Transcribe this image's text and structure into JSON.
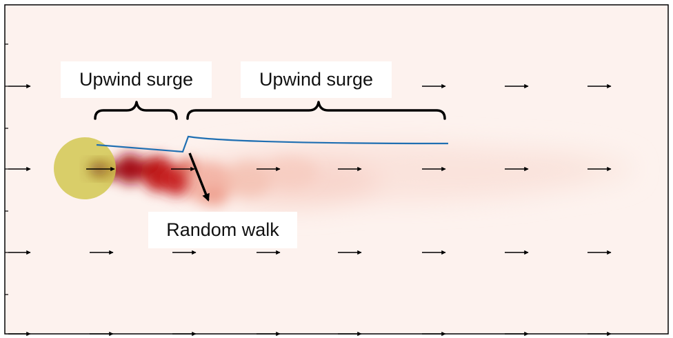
{
  "labels": {
    "upwind_surge_1": "Upwind surge",
    "upwind_surge_2": "Upwind surge",
    "random_walk": "Random walk"
  },
  "colors": {
    "background": "#fdf2ee",
    "plume": "#c81e1e",
    "source": "#d6cf55",
    "trajectory": "#1f6fb2",
    "arrow": "#000000"
  },
  "icons": {
    "wind_arrow": "right-arrow-icon",
    "odor_source": "circle-shape",
    "random_walk_arrow": "down-arrow-icon"
  }
}
